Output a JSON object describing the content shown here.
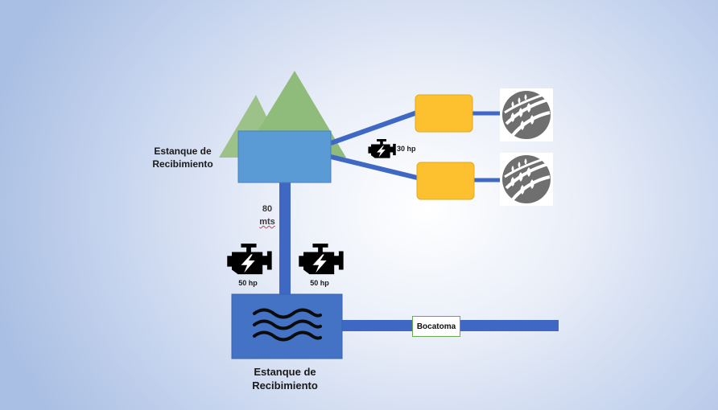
{
  "labels": {
    "upper_tank": "Estanque de Recibimiento",
    "lower_tank": "Estanque de Recibimiento",
    "distance_value": "80",
    "distance_unit": "mts",
    "motor_small": "30 hp",
    "motor_left": "50 hp",
    "motor_right": "50 hp",
    "intake": "Bocatoma"
  },
  "icons": {
    "motor": "engine-lightning-icon",
    "field": "crop-field-icon",
    "water": "water-waves-icon",
    "mountain": "mountain-icon"
  },
  "colors": {
    "pipe": "#3f68c4",
    "upper_tank": "#5b9bd5",
    "lower_tank": "#4472c4",
    "valve_box": "#fdc130",
    "mountain": "#8fbc7a",
    "field_icon": "#6f6f6f"
  }
}
